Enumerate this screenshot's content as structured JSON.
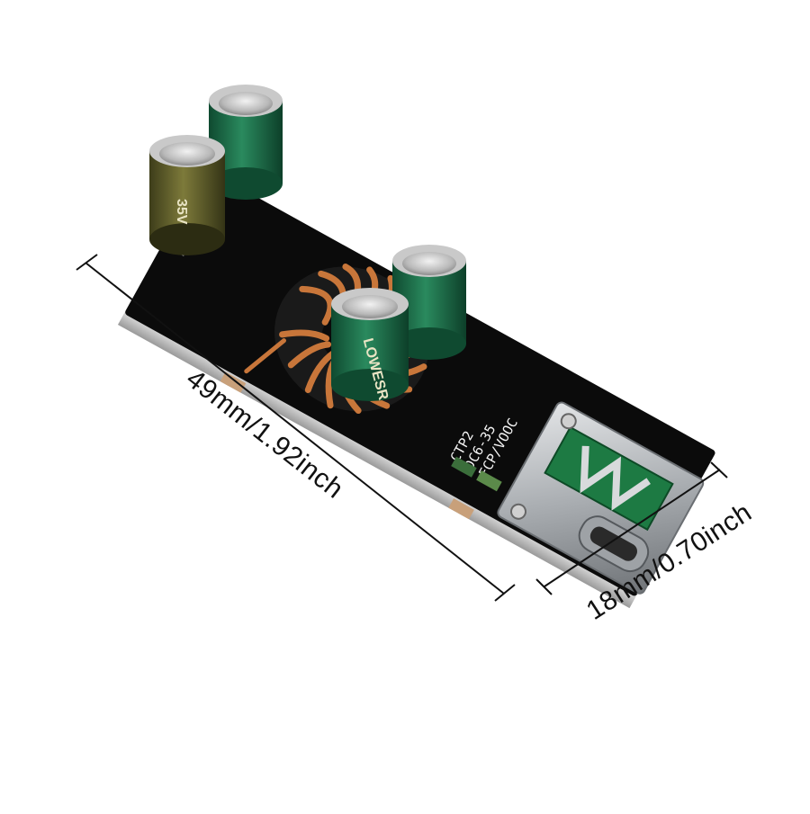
{
  "dimensions": {
    "length_label": "49mm/1.92inch",
    "width_label": "18mm/0.70inch"
  },
  "pcb_marking": {
    "line1": "CTP2",
    "line2": "DC6-35",
    "line3": "FCP/VOOC",
    "plus": "+",
    "minus": "-"
  },
  "capacitor_marking": {
    "voltage": "35V",
    "series": "LOWESR"
  },
  "colors": {
    "pcb": "#0b0b0b",
    "capacitor": "#1f6b47",
    "copper_coil": "#c8763a",
    "usb_shell": "#b9bcbf"
  }
}
